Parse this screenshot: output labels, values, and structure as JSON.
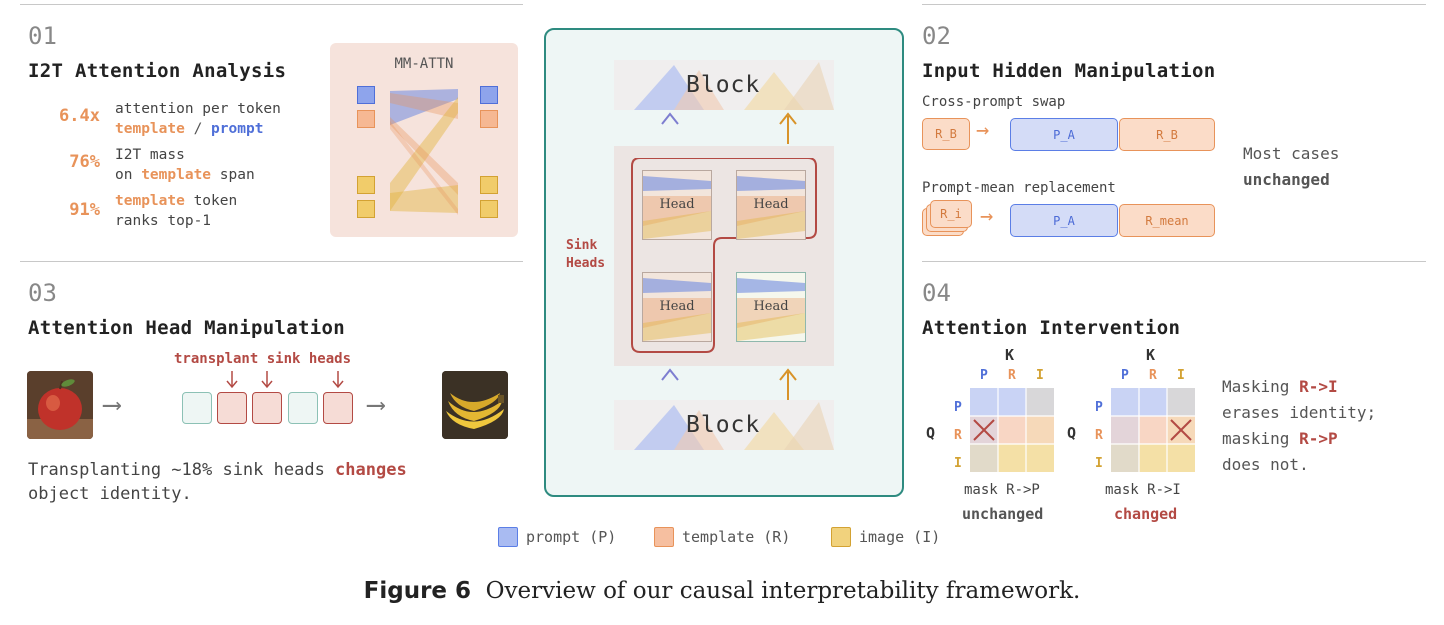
{
  "colors": {
    "prompt": "#5b7ee6",
    "template": "#e8935a",
    "image": "#e2b33d",
    "sink": "#b34a44",
    "teal": "#2e8b80"
  },
  "panel01": {
    "number": "01",
    "title": "I2T Attention Analysis",
    "stats": [
      {
        "value": "6.4x",
        "line1": "attention per token",
        "line2_a": "template",
        "line2_sep": " / ",
        "line2_b": "prompt"
      },
      {
        "value": "76%",
        "line1": "I2T mass",
        "line2_a": "on ",
        "line2_b": "template",
        "line2_c": " span"
      },
      {
        "value": "91%",
        "line1_a": "template",
        "line1_b": " token",
        "line2": "ranks top-1"
      }
    ],
    "diagram_label": "MM-ATTN"
  },
  "panel02": {
    "number": "02",
    "title": "Input Hidden Manipulation",
    "row1_label": "Cross-prompt swap",
    "row1_src": "R_B",
    "row1_pa": "P_A",
    "row1_rb": "R_B",
    "row2_label": "Prompt-mean replacement",
    "row2_src": "R_i",
    "row2_pa": "P_A",
    "row2_rmean": "R_mean",
    "result_line1": "Most cases",
    "result_line2": "unchanged"
  },
  "panel03": {
    "number": "03",
    "title": "Attention Head Manipulation",
    "transplant_label": "transplant sink heads",
    "desc_a": "Transplanting ~18% sink heads ",
    "desc_b": "changes",
    "desc_c": "object identity.",
    "left_image": "apple",
    "right_image": "bananas"
  },
  "center": {
    "top_block": "Block",
    "bottom_block": "Block",
    "sink_label_1": "Sink",
    "sink_label_2": "Heads",
    "head_label": "Head"
  },
  "panel04": {
    "number": "04",
    "title": "Attention Intervention",
    "k_label": "K",
    "q_label": "Q",
    "cols": [
      "P",
      "R",
      "I"
    ],
    "rows": [
      "P",
      "R",
      "I"
    ],
    "left_caption_1": "mask R->P",
    "left_caption_2": "unchanged",
    "right_caption_1": "mask R->I",
    "right_caption_2": "changed",
    "note_1a": "Masking ",
    "note_1b": "R->I",
    "note_2": "erases identity;",
    "note_3a": "masking ",
    "note_3b": "R->P",
    "note_4": "does not."
  },
  "legend": [
    {
      "label": "prompt (P)",
      "color": "#a9bbf2"
    },
    {
      "label": "template (R)",
      "color": "#f6bfa0"
    },
    {
      "label": "image (I)",
      "color": "#f1d27d"
    }
  ],
  "caption": {
    "fig": "Figure 6",
    "text": "Overview of our causal interpretability framework."
  }
}
